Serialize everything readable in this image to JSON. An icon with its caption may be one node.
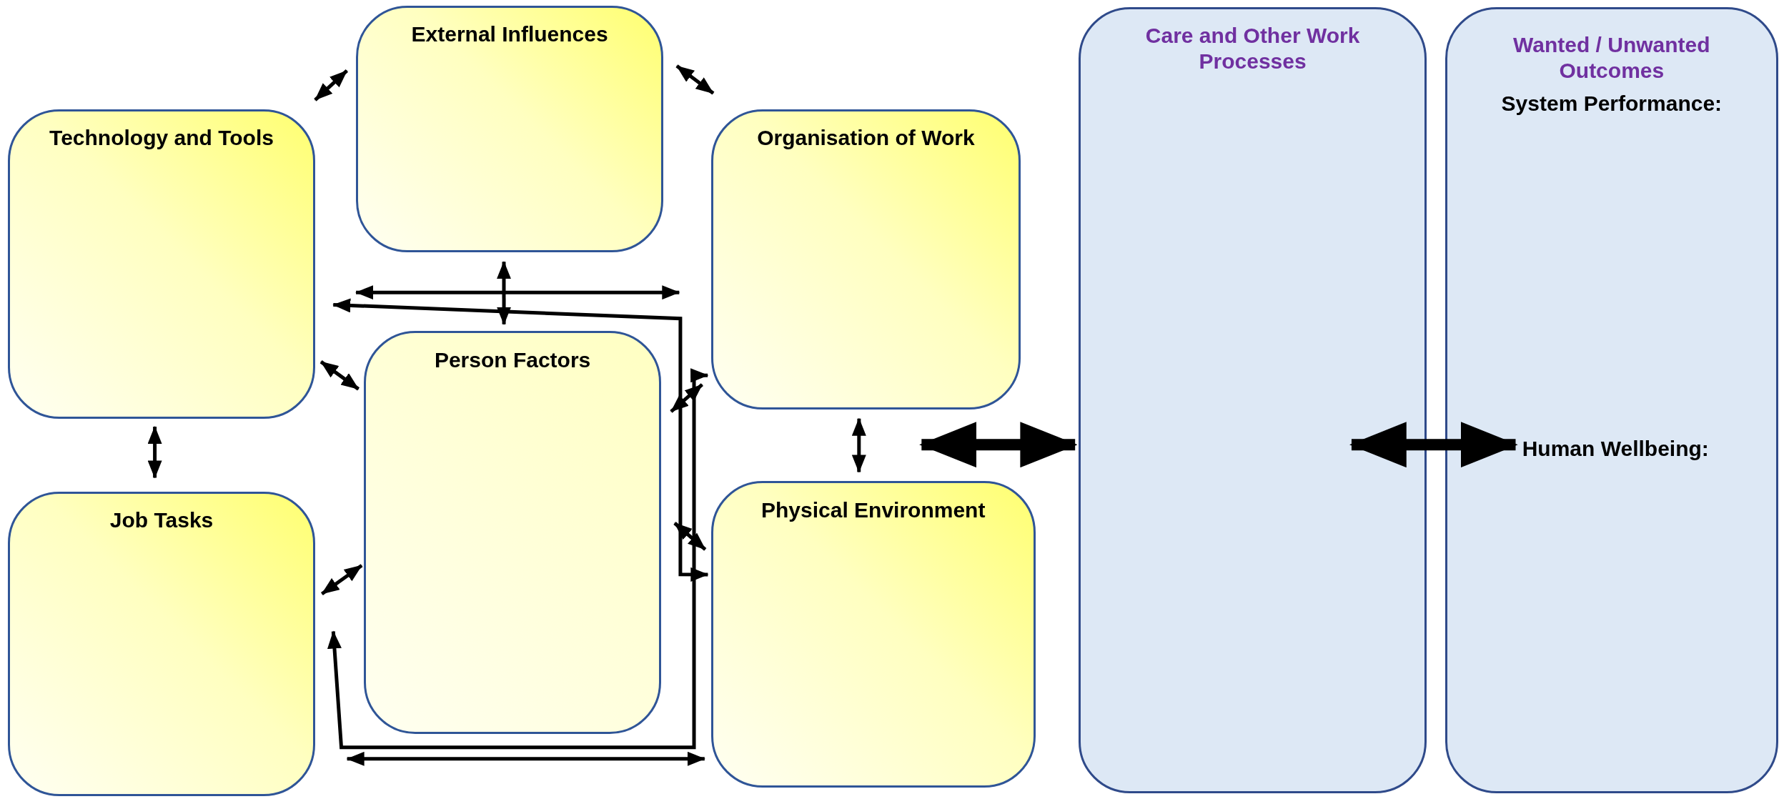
{
  "diagram": {
    "nodes": [
      {
        "text": [
          "External Influences"
        ]
      },
      {
        "text": [
          "Technology and Tools"
        ]
      },
      {
        "text": [
          "Organisation of Work"
        ]
      },
      {
        "text": [
          "Person Factors"
        ]
      },
      {
        "text": [
          "Job Tasks"
        ]
      },
      {
        "text": [
          "Physical Environment"
        ]
      },
      {
        "text": [
          "Care and Other Work Processes"
        ]
      },
      {
        "text": [
          "Wanted / Unwanted Outcomes",
          "System Performance:",
          "Human Wellbeing:"
        ]
      }
    ],
    "edges": [
      {
        "from": 1,
        "to": 0,
        "arrow": "both"
      },
      {
        "from": 0,
        "to": 2,
        "arrow": "both"
      },
      {
        "from": 0,
        "to": 3,
        "arrow": "both"
      },
      {
        "from": 1,
        "to": 2,
        "arrow": "both"
      },
      {
        "from": 1,
        "to": 3,
        "arrow": "both"
      },
      {
        "from": 1,
        "to": 4,
        "arrow": "both"
      },
      {
        "from": 1,
        "to": 5,
        "arrow": "both"
      },
      {
        "from": 3,
        "to": 2,
        "arrow": "both"
      },
      {
        "from": 4,
        "to": 2,
        "arrow": "both"
      },
      {
        "from": 4,
        "to": 3,
        "arrow": "both"
      },
      {
        "from": 2,
        "to": 5,
        "arrow": "both"
      },
      {
        "from": 3,
        "to": 5,
        "arrow": "both"
      },
      {
        "from": 4,
        "to": 5,
        "arrow": "both"
      },
      {
        "from": 2,
        "to": 6,
        "arrow": "both",
        "style": "thick"
      },
      {
        "from": 6,
        "to": 7,
        "arrow": "both",
        "style": "thick"
      }
    ]
  }
}
